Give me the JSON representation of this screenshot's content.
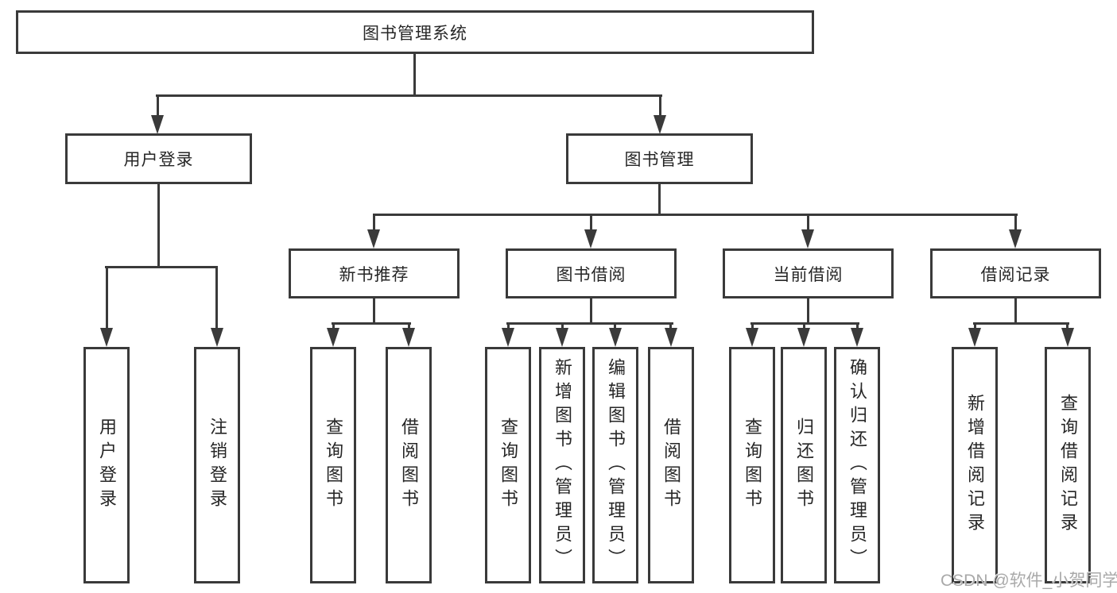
{
  "diagram": {
    "root": {
      "label": "图书管理系统"
    },
    "level1": {
      "user_login": {
        "label": "用户登录"
      },
      "book_management": {
        "label": "图书管理"
      }
    },
    "level2": {
      "new_book_recommend": {
        "label": "新书推荐"
      },
      "book_borrow": {
        "label": "图书借阅"
      },
      "current_borrow": {
        "label": "当前借阅"
      },
      "borrow_records": {
        "label": "借阅记录"
      }
    },
    "leaves": {
      "user_login": [
        "用户登录",
        "注销登录"
      ],
      "new_book_recommend": [
        "查询图书",
        "借阅图书"
      ],
      "book_borrow": [
        "查询图书",
        "新增图书（管理员）",
        "编辑图书（管理员）",
        "借阅图书"
      ],
      "current_borrow": [
        "查询图书",
        "归还图书",
        "确认归还（管理员）"
      ],
      "borrow_records": [
        "新增借阅记录",
        "查询借阅记录"
      ]
    }
  },
  "watermark": {
    "text": "CSDN @软件_小贺同学"
  },
  "colors": {
    "line": "#3a3a3a",
    "text": "#262626",
    "watermark": "#a9a9a9",
    "background": "#ffffff"
  }
}
